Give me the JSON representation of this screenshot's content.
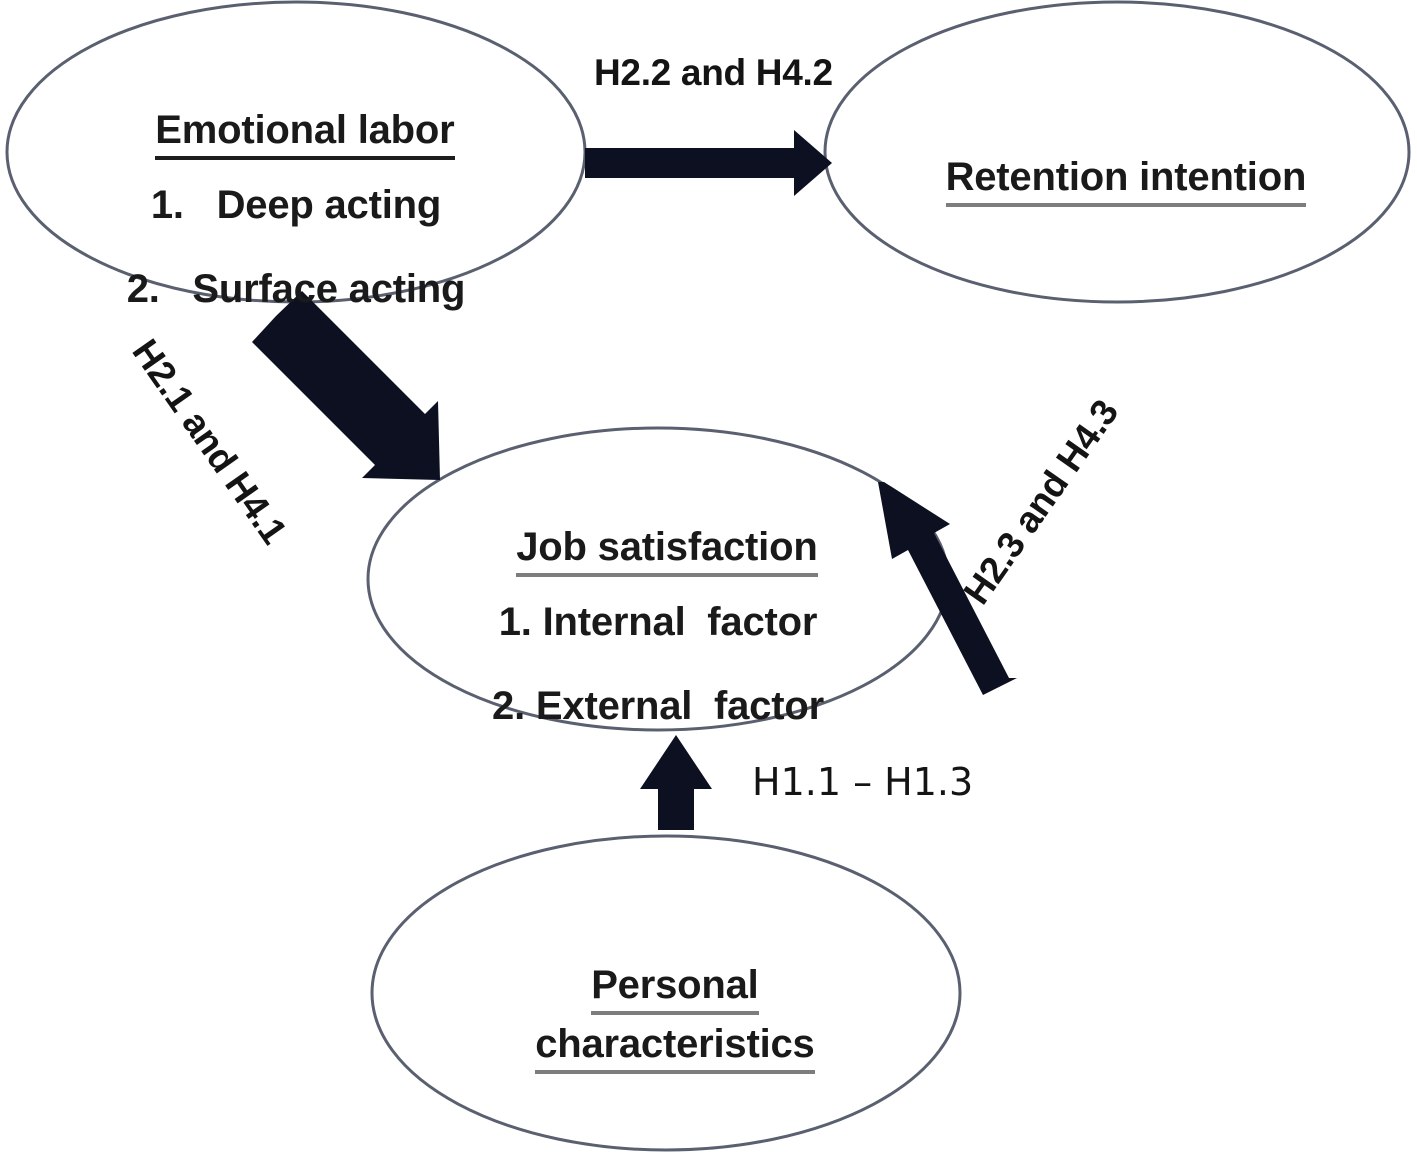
{
  "diagram": {
    "title": "Research conceptual model",
    "background_color": "#ffffff",
    "ellipse_stroke_color": "#5a6070",
    "arrow_color": "#0c1020",
    "text_color": "#1a1a1a",
    "underline_dark": "#1d1d1d",
    "underline_gray": "#7d7d7d"
  },
  "nodes": {
    "emotional_labor": {
      "title": "Emotional labor",
      "items": [
        "1.   Deep acting",
        "2.   Surface acting"
      ]
    },
    "retention_intention": {
      "title": "Retention intention",
      "items": []
    },
    "job_satisfaction": {
      "title": "Job satisfaction",
      "items": [
        "1. Internal  factor",
        "2. External  factor"
      ]
    },
    "personal_characteristics": {
      "line1": "Personal",
      "line2": "characteristics"
    }
  },
  "edges": {
    "labor_to_retention": {
      "label": "H2.2 and H4.2",
      "from": "emotional_labor",
      "to": "retention_intention",
      "direction": "right"
    },
    "labor_to_satisfaction": {
      "label": "H2.1 and H4.1",
      "from": "emotional_labor",
      "to": "job_satisfaction",
      "direction": "down-right"
    },
    "satisfaction_to_retention": {
      "label": "H2.3 and H4.3",
      "from": "job_satisfaction",
      "to": "retention_intention",
      "direction": "up-right"
    },
    "characteristics_to_satisfaction": {
      "label": "H1.1 – H1.3",
      "from": "personal_characteristics",
      "to": "job_satisfaction",
      "direction": "up"
    }
  }
}
